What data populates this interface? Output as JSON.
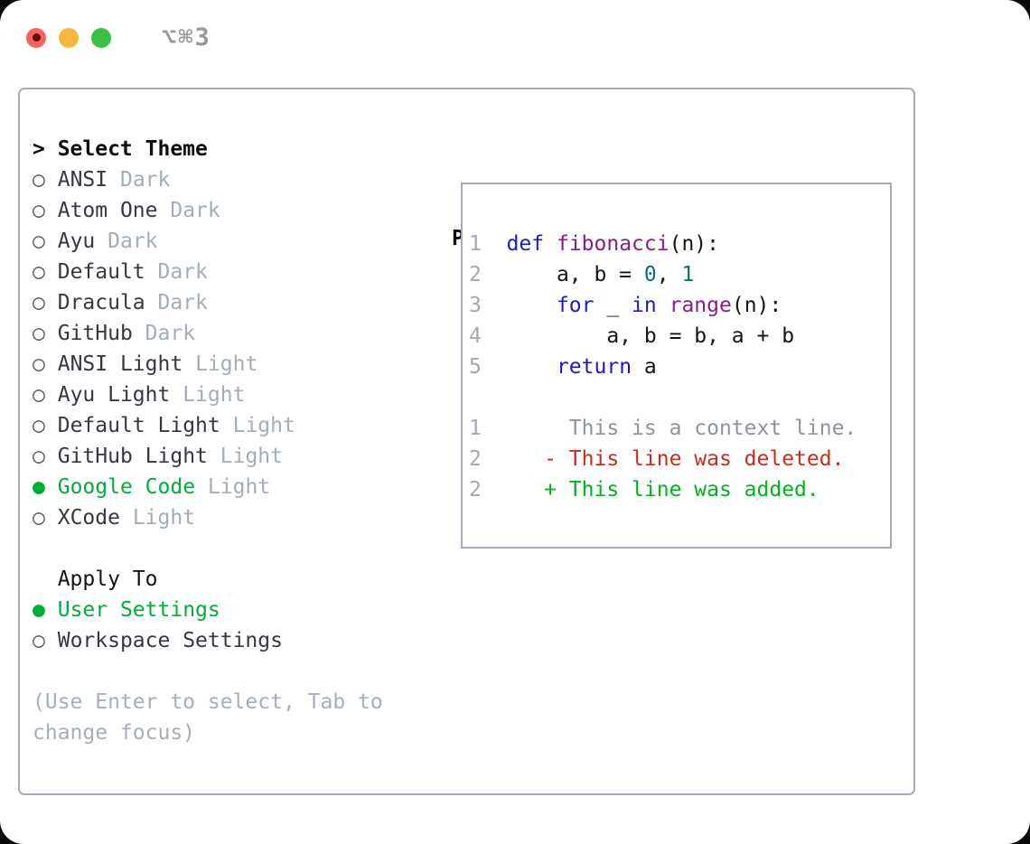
{
  "window": {
    "title": "⌥⌘3"
  },
  "traffic_lights": [
    {
      "name": "close-button",
      "color_key": "light-red"
    },
    {
      "name": "minimize-button",
      "color_key": "light-yellow"
    },
    {
      "name": "zoom-button",
      "color_key": "light-green"
    }
  ],
  "theme_picker": {
    "header_prefix": ">",
    "header": "Select Theme",
    "marker_unselected": "○",
    "marker_selected": "●",
    "items": [
      {
        "label": "ANSI",
        "variant": "Dark",
        "selected": false
      },
      {
        "label": "Atom One",
        "variant": "Dark",
        "selected": false
      },
      {
        "label": "Ayu",
        "variant": "Dark",
        "selected": false
      },
      {
        "label": "Default",
        "variant": "Dark",
        "selected": false
      },
      {
        "label": "Dracula",
        "variant": "Dark",
        "selected": false
      },
      {
        "label": "GitHub",
        "variant": "Dark",
        "selected": false
      },
      {
        "label": "ANSI Light",
        "variant": "Light",
        "selected": false
      },
      {
        "label": "Ayu Light",
        "variant": "Light",
        "selected": false
      },
      {
        "label": "Default Light",
        "variant": "Light",
        "selected": false
      },
      {
        "label": "GitHub Light",
        "variant": "Light",
        "selected": false
      },
      {
        "label": "Google Code",
        "variant": "Light",
        "selected": true
      },
      {
        "label": "XCode",
        "variant": "Light",
        "selected": false
      }
    ],
    "apply_to": {
      "header": "Apply To",
      "options": [
        {
          "label": "User Settings",
          "selected": true
        },
        {
          "label": "Workspace Settings",
          "selected": false
        }
      ]
    },
    "hint_lines": [
      "(Use Enter to select, Tab to",
      "change focus)"
    ]
  },
  "preview": {
    "header": "Preview",
    "lines": [
      {
        "num": "1",
        "kind": "code",
        "segments": [
          {
            "text": "  "
          },
          {
            "text": "def",
            "style": "keyword"
          },
          {
            "text": " "
          },
          {
            "text": "fibonacci",
            "style": "function"
          },
          {
            "text": "(n):"
          }
        ]
      },
      {
        "num": "2",
        "kind": "code",
        "segments": [
          {
            "text": "      a, b = "
          },
          {
            "text": "0",
            "style": "number"
          },
          {
            "text": ", "
          },
          {
            "text": "1",
            "style": "number"
          }
        ]
      },
      {
        "num": "3",
        "kind": "code",
        "segments": [
          {
            "text": "      "
          },
          {
            "text": "for",
            "style": "keyword"
          },
          {
            "text": " _ "
          },
          {
            "text": "in",
            "style": "keyword"
          },
          {
            "text": " "
          },
          {
            "text": "range",
            "style": "function"
          },
          {
            "text": "(n):"
          }
        ]
      },
      {
        "num": "4",
        "kind": "code",
        "segments": [
          {
            "text": "          a, b = b, a + b"
          }
        ]
      },
      {
        "num": "5",
        "kind": "code",
        "segments": [
          {
            "text": "      "
          },
          {
            "text": "return",
            "style": "keyword"
          },
          {
            "text": " a"
          }
        ]
      },
      {
        "num": "",
        "kind": "blank",
        "segments": []
      },
      {
        "num": "1",
        "kind": "diff",
        "segments": [
          {
            "text": "       This is a context line.",
            "style": "context"
          }
        ]
      },
      {
        "num": "2",
        "kind": "diff",
        "segments": [
          {
            "text": "     - This line was deleted.",
            "style": "deleted"
          }
        ]
      },
      {
        "num": "2",
        "kind": "diff",
        "segments": [
          {
            "text": "     + This line was added.",
            "style": "added"
          }
        ]
      }
    ]
  },
  "colors": {
    "accent-green": "#00ad3a",
    "light-red": "#f4645c",
    "light-red-dot": "#5f0e08",
    "light-yellow": "#f6b73e",
    "light-green": "#3bc148",
    "code-keyword": "#1b1bbe",
    "code-function": "#861f86",
    "code-number": "#0e6f6f",
    "diff-context": "#8e949d",
    "diff-deleted": "#c92c1a",
    "diff-added": "#00b41e"
  }
}
